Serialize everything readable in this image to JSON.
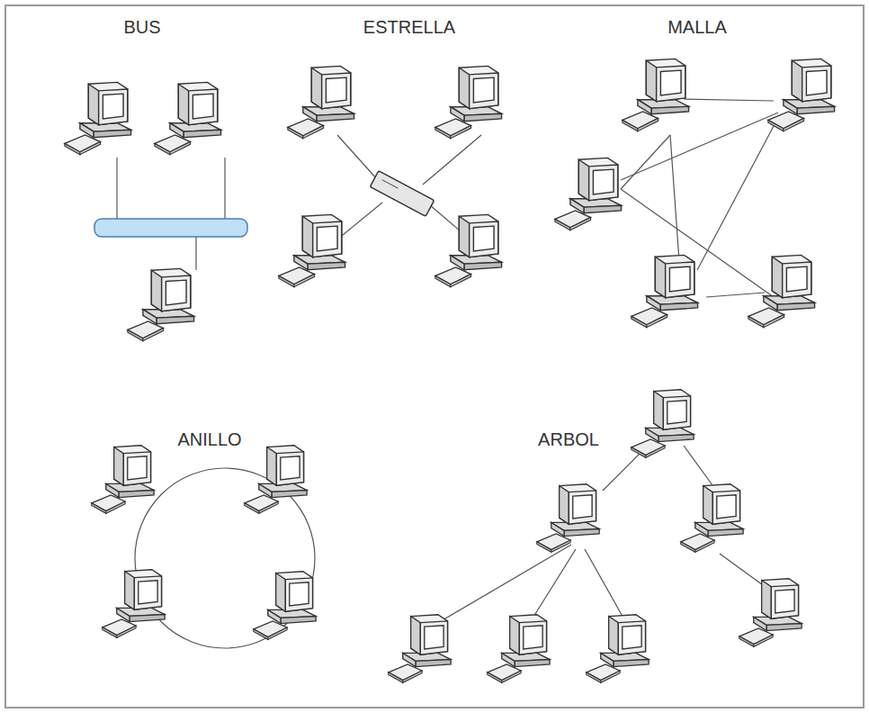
{
  "diagram": {
    "labels": [
      "BUS",
      "ESTRELLA",
      "MALLA",
      "ANILLO",
      "ARBOL"
    ]
  }
}
